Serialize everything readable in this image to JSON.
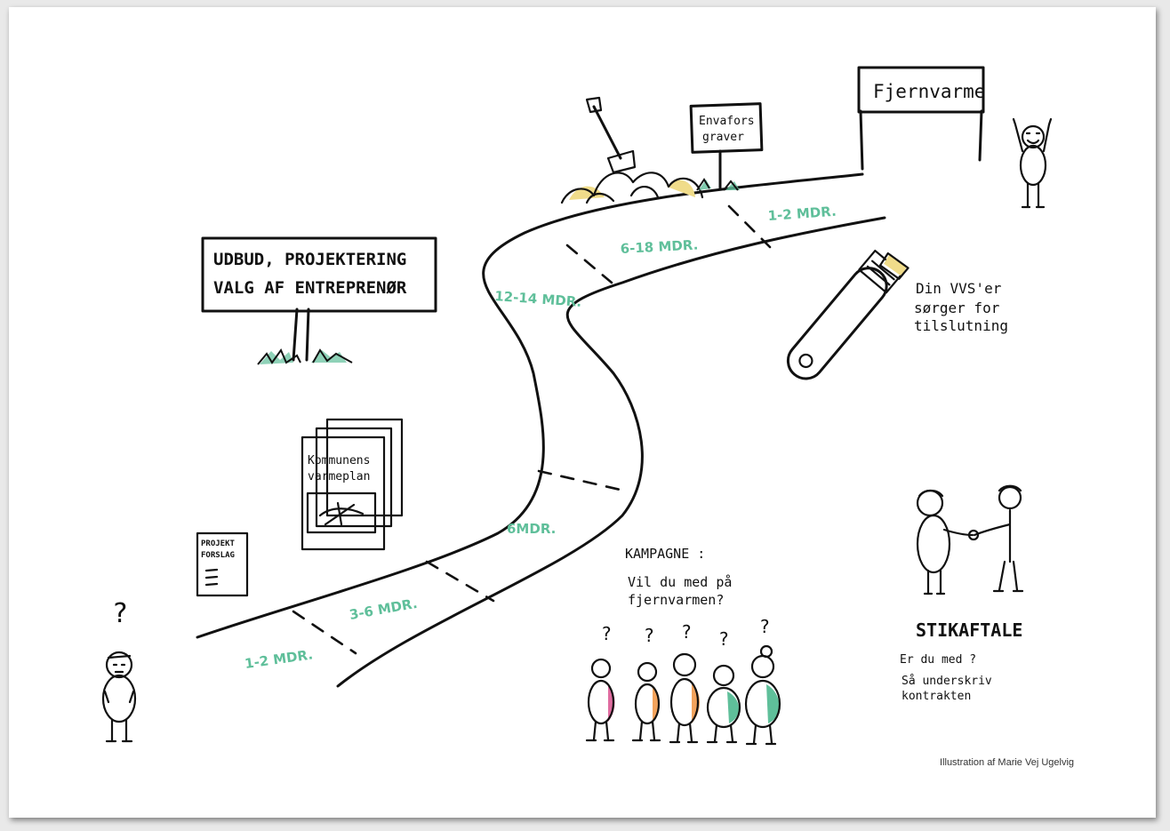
{
  "signs": {
    "udbud_line1": "UDBUD, PROJEKTERING",
    "udbud_line2": "VALG AF ENTREPRENØR",
    "fjernvarme": "Fjernvarme",
    "envafors_line1": "Envafors",
    "envafors_line2": "graver"
  },
  "documents": {
    "plan_line1": "Kommunens",
    "plan_line2": "varmeplan",
    "projekt_line1": "PROJEKT",
    "projekt_line2": "FORSLAG"
  },
  "durations": {
    "d1": "1-2 MDR.",
    "d2": "3-6 MDR.",
    "d3": "6MDR.",
    "d4": "12-14 MDR.",
    "d5": "6-18 MDR.",
    "d6": "1-2 MDR."
  },
  "notes": {
    "vvs_line1": "Din VVS'er",
    "vvs_line2": "sørger for",
    "vvs_line3": "tilslutning",
    "kampagne_title": "KAMPAGNE :",
    "kampagne_line1": "Vil du med på",
    "kampagne_line2": "fjernvarmen?",
    "stik_title": "STIKAFTALE",
    "stik_line1": "Er du med ?",
    "stik_line2": "Så underskriv",
    "stik_line3": "kontrakten"
  },
  "question_mark": "?",
  "credit": "Illustration af Marie Vej Ugelvig",
  "colors": {
    "accent_green": "#5fbf9a",
    "pink": "#e06ca0",
    "orange": "#f2a35c",
    "yellow": "#f0dc8a",
    "ink": "#111111"
  }
}
